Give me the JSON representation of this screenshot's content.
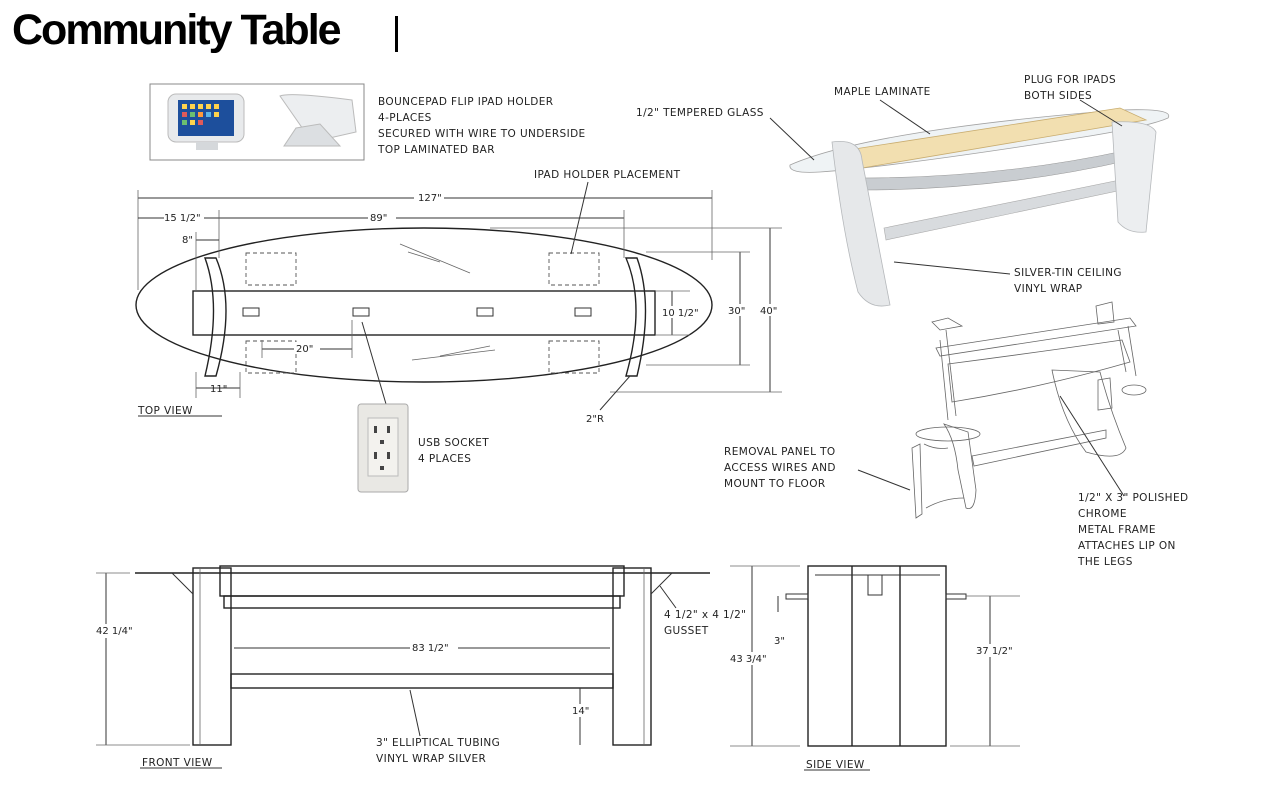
{
  "title": "Community Table",
  "callouts": {
    "ipad_holder": [
      "BOUNCEPAD FLIP IPAD HOLDER",
      "4-PLACES",
      "SECURED WITH WIRE TO UNDERSIDE",
      "TOP LAMINATED BAR"
    ],
    "ipad_placement": "IPAD HOLDER PLACEMENT",
    "usb_socket": [
      "USB SOCKET",
      "4 PLACES"
    ],
    "tempered_glass": "1/2\" TEMPERED GLASS",
    "maple_laminate": "MAPLE LAMINATE",
    "plug_ipads": [
      "PLUG FOR IPADS",
      "BOTH SIDES"
    ],
    "silver_tin": [
      "SILVER-TIN CEILING",
      "VINYL WRAP"
    ],
    "removal_panel": [
      "REMOVAL PANEL TO",
      "ACCESS WIRES AND",
      "MOUNT TO FLOOR"
    ],
    "chrome_frame": [
      "1/2\" X 3\" POLISHED",
      "CHROME",
      "METAL FRAME",
      "ATTACHES LIP ON",
      "THE LEGS"
    ],
    "gusset": [
      "4 1/2\" x 4 1/2\"",
      "GUSSET"
    ],
    "tubing": [
      "3\" ELLIPTICAL TUBING",
      "VINYL WRAP SILVER"
    ]
  },
  "views": {
    "top": "TOP VIEW",
    "front": "FRONT VIEW",
    "side": "SIDE VIEW"
  },
  "dimensions": {
    "overall_length": "127\"",
    "top_length": "89\"",
    "end_offset": "15 1/2\"",
    "small_offset": "8\"",
    "socket_spacing": "20\"",
    "leg_offset": "11\"",
    "bar_width": "10 1/2\"",
    "top_width": "30\"",
    "overall_width": "40\"",
    "radius": "2\"R",
    "front_height": "42 1/4\"",
    "tube_length": "83 1/2\"",
    "tube_height": "14\"",
    "side_height": "43 3/4\"",
    "side_step": "3\"",
    "side_lower": "37 1/2\""
  }
}
